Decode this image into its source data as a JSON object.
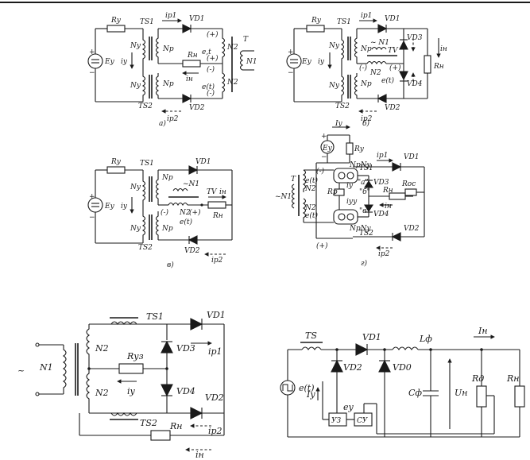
{
  "panels": {
    "a": {
      "caption": "а)",
      "labels": {
        "ry": "Rу",
        "ts1": "TS1",
        "ip1": "iр1",
        "vd1": "VD1",
        "ey": "Eу",
        "ny1": "Nу",
        "np1": "Np",
        "iy": "iу",
        "ny2": "Nу",
        "np2": "Np",
        "rn": "Rн",
        "in": "iн",
        "ts2": "TS2",
        "ip2": "iр2",
        "vd2": "VD2",
        "t": "T",
        "n2a": "N2",
        "n2b": "N2",
        "n1": "N1",
        "et1": "e,t",
        "et2": "e(t)",
        "plus1": "(+)",
        "minus1": "(-)",
        "plus2": "(+)",
        "minus2": "(-)",
        "bat_plus": "+",
        "bat_minus": "−"
      }
    },
    "b": {
      "caption": "б)",
      "labels": {
        "ry": "Rу",
        "ts1": "TS1",
        "ip1": "iр1",
        "vd1": "VD1",
        "ey": "Eу",
        "ny1": "Nу",
        "np1": "Np",
        "iy": "iу",
        "ny2": "Nу",
        "np2": "Np",
        "n1": "~ N1",
        "n2": "N2",
        "tv": "TV",
        "vd3": "VD3",
        "vd4": "VD4",
        "rn": "Rн",
        "in": "iн",
        "et": "e(t)",
        "ts2": "TS2",
        "ip2": "iр2",
        "vd2": "VD2",
        "plus": "(+)",
        "minus": "(-)",
        "bat_plus": "+",
        "bat_minus": "−"
      }
    },
    "v": {
      "caption": "в)",
      "labels": {
        "ry": "Rу",
        "ts1": "TS1",
        "vd1": "VD1",
        "ey": "Eу",
        "ny1": "Nу",
        "np1": "Np",
        "iy": "iу",
        "ny2": "Nу",
        "np2": "Np",
        "n1": "~N1",
        "n2": "N2",
        "et": "e(t)",
        "tv": "TV",
        "in": "iн",
        "rn": "Rн",
        "minus": "(-)",
        "plus": "(+)",
        "ts2": "TS2",
        "vd2": "VD2",
        "ip2": "iр2",
        "bat_plus": "+",
        "bat_minus": "−"
      }
    },
    "g": {
      "caption": "г)",
      "labels": {
        "iy": "Iу",
        "ey": "Eу",
        "ry": "Rу",
        "ip1": "iр1",
        "vd1": "VD1",
        "t": "T",
        "n1": "~N1",
        "n2a": "N2",
        "n2b": "N2",
        "eta": "e(t)",
        "etb": "e(t)",
        "minus": "(-)",
        "plus": "(+)",
        "ts1": "TS1",
        "ts2": "TS2",
        "npny1": "NpNу",
        "npny2": "NpNу",
        "a": "\"a\"",
        "b": "\"б\"",
        "c": "\"в\"",
        "vd3": "VD3",
        "vd4": "VD4",
        "rn": "Rн",
        "roc": "Rос",
        "in": "iн",
        "iyu": "iуу",
        "iyz": "iу",
        "rp": "Rр",
        "vd2": "VD2",
        "ip2": "iр2",
        "plus_top": "+",
        "minus_top": "−"
      }
    },
    "d": {
      "labels": {
        "ts1": "TS1",
        "vd1": "VD1",
        "ip1": "iр1",
        "n1": "N1",
        "n2a": "N2",
        "n2b": "N2",
        "ryz": "Rуз",
        "vd3": "VD3",
        "iy": "iу",
        "vd4": "VD4",
        "vd2": "VD2",
        "ip2": "iр2",
        "ts2": "TS2",
        "rn": "Rн",
        "in": "iн",
        "tilde": "~"
      }
    },
    "e": {
      "labels": {
        "ts": "TS",
        "vd1": "VD1",
        "lf": "Lф",
        "in": "Iн",
        "et": "e(t)",
        "vd2": "VD2",
        "vd0": "VD0",
        "cf": "Cф",
        "un": "Uн",
        "rd": "Rд",
        "rn": "Rн",
        "iy": "Iу",
        "ey": "eу",
        "uz": "УЗ",
        "su": "СУ"
      }
    }
  }
}
